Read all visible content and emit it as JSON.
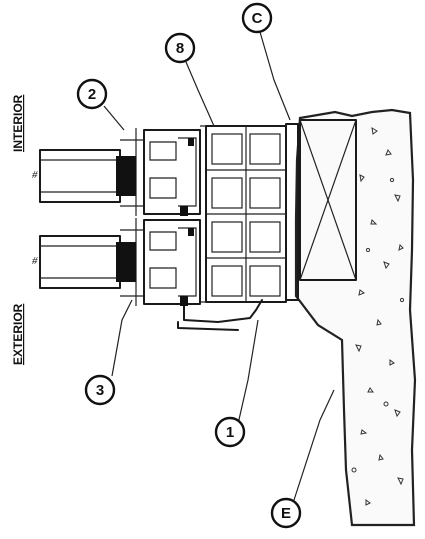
{
  "labels": {
    "interior": "INTERIOR",
    "exterior": "EXTERIOR"
  },
  "callouts": [
    {
      "id": "2"
    },
    {
      "id": "8"
    },
    {
      "id": "C"
    },
    {
      "id": "3"
    },
    {
      "id": "1"
    },
    {
      "id": "E"
    }
  ],
  "glass_marks": [
    "#",
    "#"
  ]
}
